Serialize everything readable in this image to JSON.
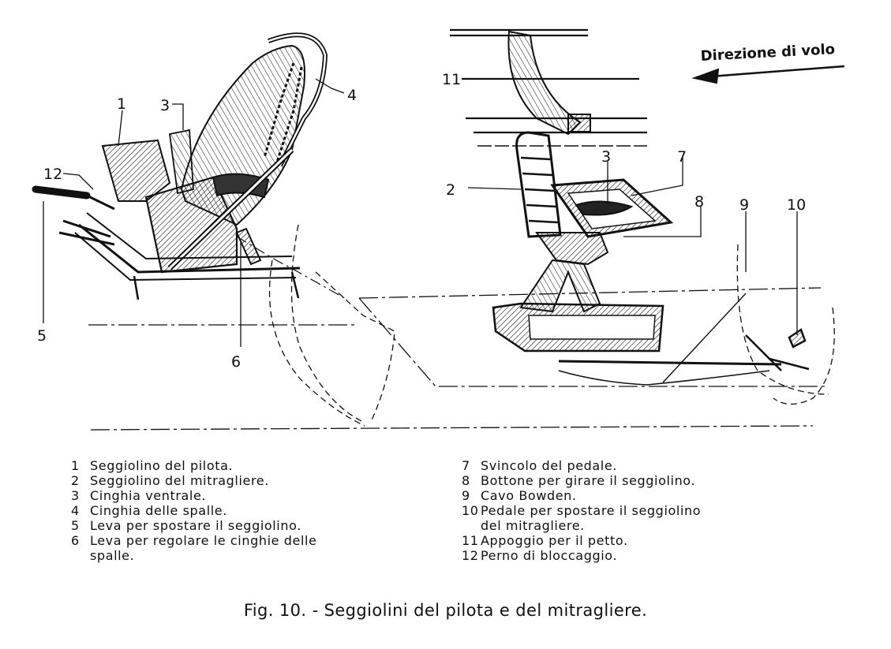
{
  "direction_label": "Direzione di volo",
  "callouts": {
    "c1": "1",
    "c2": "2",
    "c3a": "3",
    "c3b": "3",
    "c4": "4",
    "c5": "5",
    "c6": "6",
    "c7": "7",
    "c8": "8",
    "c9": "9",
    "c10": "10",
    "c11": "11",
    "c12": "12"
  },
  "legend": {
    "left": [
      {
        "num": "1",
        "text": "Seggiolino del pilota."
      },
      {
        "num": "2",
        "text": "Seggiolino del mitragliere."
      },
      {
        "num": "3",
        "text": "Cinghia ventrale."
      },
      {
        "num": "4",
        "text": "Cinghia delle spalle."
      },
      {
        "num": "5",
        "text": "Leva per spostare il seggiolino."
      },
      {
        "num": "6",
        "text": "Leva per regolare le cinghie delle",
        "cont": "spalle."
      }
    ],
    "right": [
      {
        "num": "7",
        "text": "Svincolo del pedale."
      },
      {
        "num": "8",
        "text": "Bottone per girare il seggiolino."
      },
      {
        "num": "9",
        "text": "Cavo Bowden."
      },
      {
        "num": "10",
        "text": "Pedale per spostare il seggiolino",
        "cont": "del mitragliere."
      },
      {
        "num": "11",
        "text": "Appoggio per il petto."
      },
      {
        "num": "12",
        "text": "Perno di bloccaggio."
      }
    ]
  },
  "caption": "Fig. 10. - Seggiolini del pilota e del mitragliere."
}
